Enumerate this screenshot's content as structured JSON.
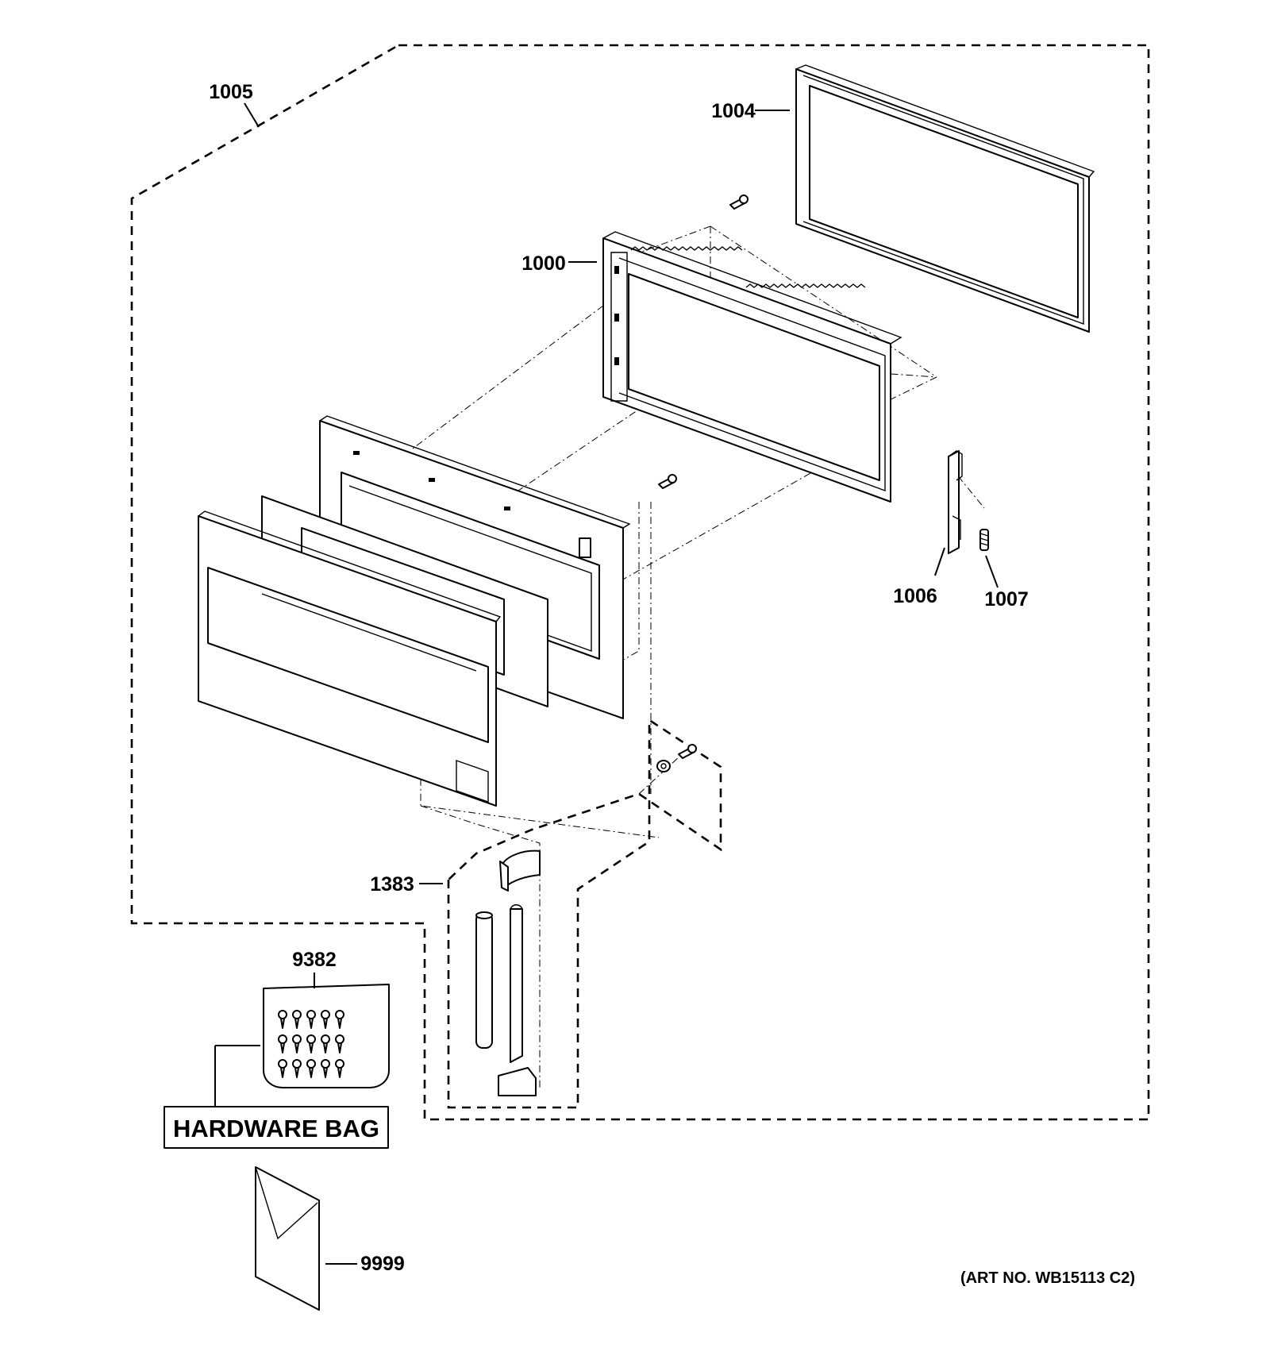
{
  "callouts": {
    "p1000": "1000",
    "p1004": "1004",
    "p1005": "1005",
    "p1006": "1006",
    "p1007": "1007",
    "p1383": "1383",
    "p9382": "9382",
    "p9999": "9999"
  },
  "hardware_bag_label": "HARDWARE BAG",
  "art_number": "(ART NO. WB15113 C2)"
}
